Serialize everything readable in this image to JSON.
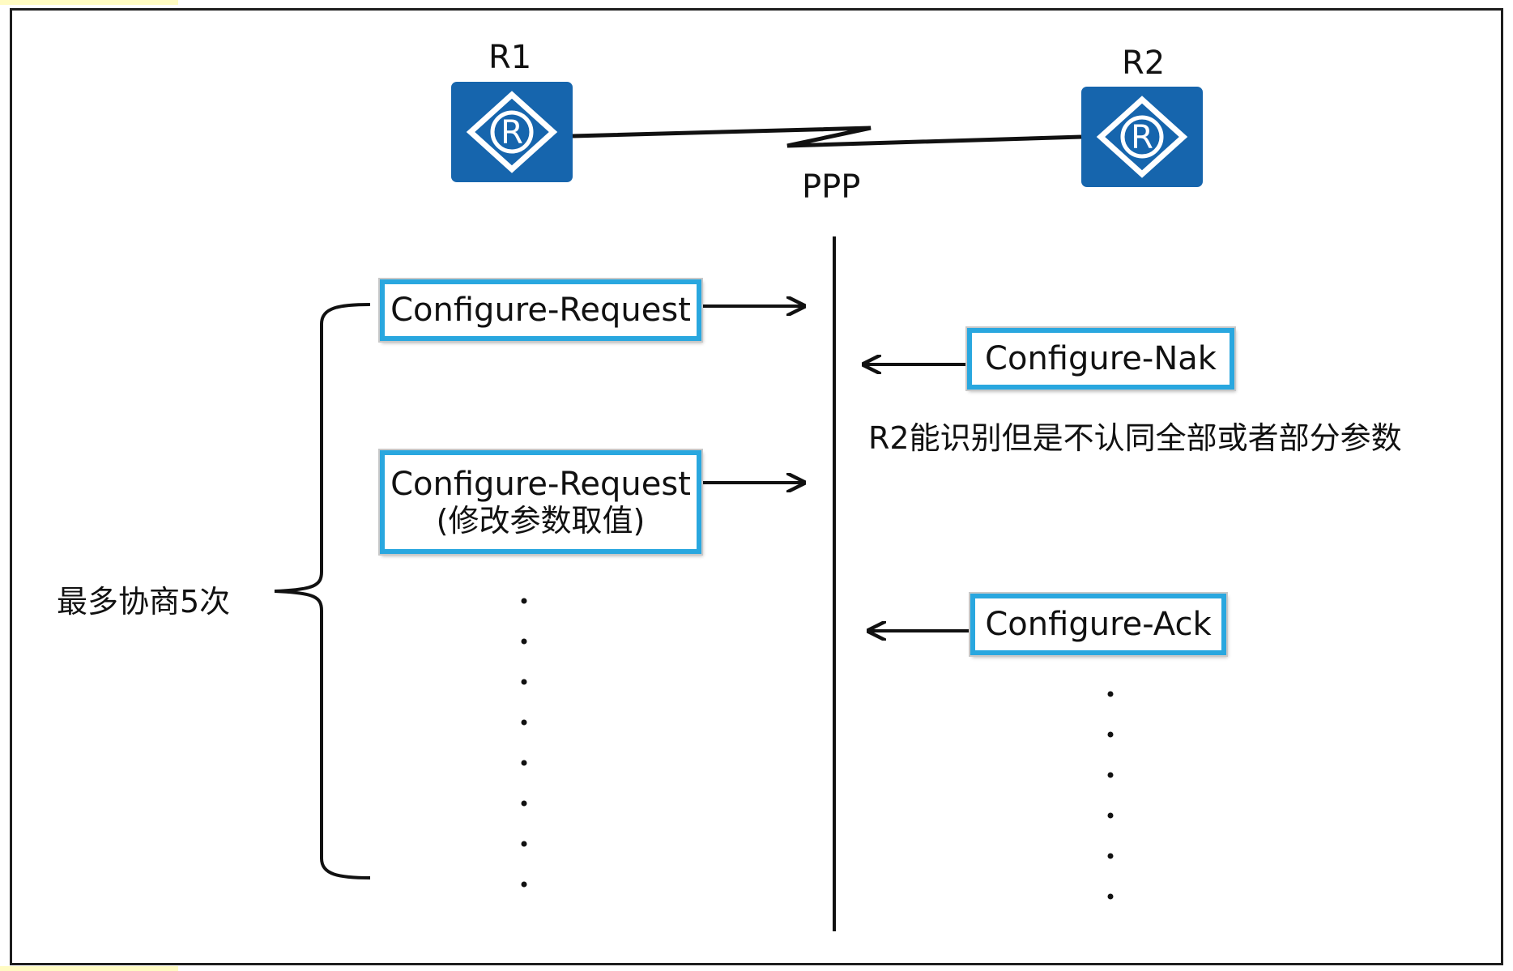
{
  "routers": [
    {
      "label": "R1",
      "icon": "router-icon",
      "color": "#1665ad"
    },
    {
      "label": "R2",
      "icon": "router-icon",
      "color": "#1665ad"
    }
  ],
  "link_label": "PPP",
  "messages": {
    "request1": "Configure-Request",
    "request2_line1": "Configure-Request",
    "request2_line2": "(修改参数取值)",
    "nak": "Configure-Nak",
    "ack": "Configure-Ack"
  },
  "nak_note": "R2能识别但是不认同全部或者部分参数",
  "brace_label": "最多协商5次",
  "colors": {
    "box_border": "#29a7df",
    "router": "#1665ad"
  }
}
